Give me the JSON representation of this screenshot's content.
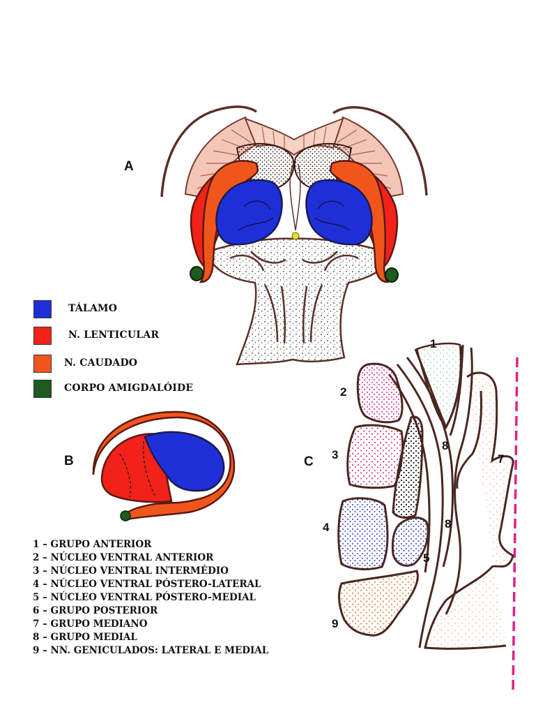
{
  "figures": {
    "a": "A",
    "b": "B",
    "c": "C"
  },
  "colors": {
    "talamo": "#1f2fd8",
    "lenticular": "#f2221a",
    "caudado": "#f0561c",
    "amigdaloide": "#1f5a1f",
    "outline": "#4a2620",
    "midline": "#e0208a"
  },
  "legend": [
    {
      "name": "talamo",
      "label": "TÁLAMO",
      "color": "#1f2fd8"
    },
    {
      "name": "lenticular",
      "label": "N. LENTICULAR",
      "color": "#f2221a"
    },
    {
      "name": "caudado",
      "label": "N. CAUDADO",
      "color": "#f0561c"
    },
    {
      "name": "amigdaloide",
      "label": "CORPO AMIGDALÓIDE",
      "color": "#1f5a1f"
    }
  ],
  "key": [
    "1 – GRUPO ANTERIOR",
    "2 – NÚCLEO VENTRAL ANTERIOR",
    "3 – NÚCLEO VENTRAL INTERMÉDIO",
    "4 – NÚCLEO VENTRAL PÓSTERO-LATERAL",
    "5 – NÚCLEO VENTRAL PÓSTERO-MEDIAL",
    "6 – GRUPO POSTERIOR",
    "7 – GRUPO MEDIANO",
    "8 – GRUPO MEDIAL",
    "9 – NN. GENICULADOS: LATERAL E MEDIAL"
  ],
  "numbers": {
    "n1": "1",
    "n2": "2",
    "n3": "3",
    "n4": "4",
    "n5": "5",
    "n7": "7",
    "n8a": "8",
    "n8b": "8",
    "n9": "9"
  }
}
